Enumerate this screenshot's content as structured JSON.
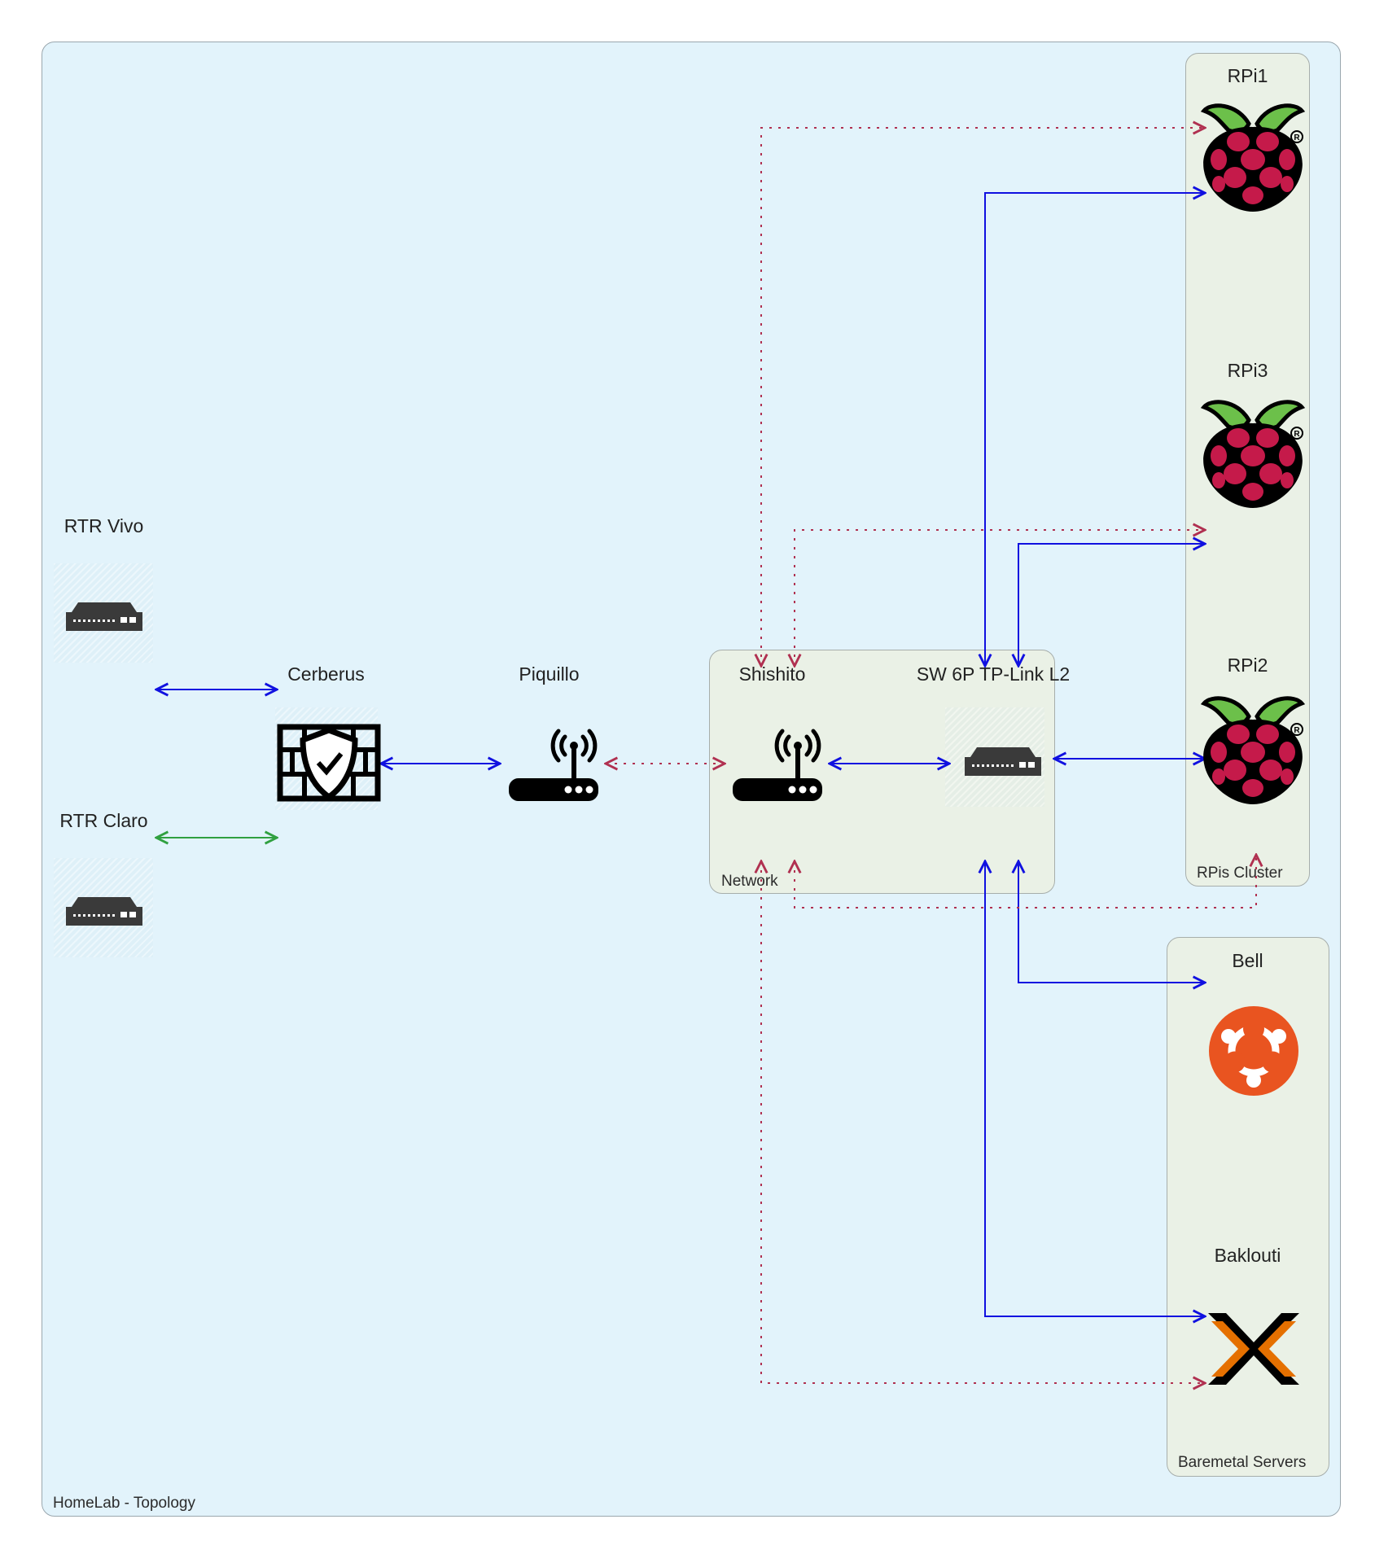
{
  "diagram": {
    "title": "HomeLab - Topology",
    "groups": {
      "network": "Network",
      "rpis_cluster": "RPis Cluster",
      "baremetal": "Baremetal Servers"
    },
    "nodes": {
      "rtr_vivo": "RTR Vivo",
      "rtr_claro": "RTR Claro",
      "cerberus": "Cerberus",
      "piquillo": "Piquillo",
      "shishito": "Shishito",
      "switch": "SW 6P TP-Link L2",
      "rpi1": "RPi1",
      "rpi3": "RPi3",
      "rpi2": "RPi2",
      "bell": "Bell",
      "baklouti": "Baklouti"
    },
    "colors": {
      "background": "#e2f3fb",
      "group_fill": "#eaf1e6",
      "wired_link": "#1010e0",
      "wifi_link": "#b03050",
      "wan_claro_link": "#30a040",
      "ubuntu": "#e95420",
      "raspberry_red": "#c51a4a",
      "raspberry_green": "#6cc04a",
      "proxmox_orange": "#e57000"
    },
    "icons": [
      "switch-icon",
      "firewall-icon",
      "wifi-router-icon",
      "raspberry-pi-icon",
      "ubuntu-icon",
      "proxmox-icon"
    ]
  }
}
